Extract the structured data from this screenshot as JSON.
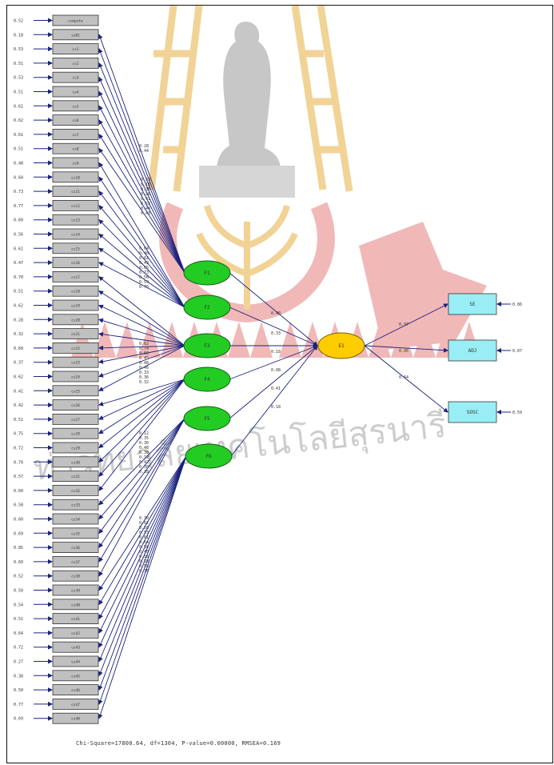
{
  "diagram": {
    "observed": [
      {
        "label": "ccmpute",
        "error": "0.52"
      },
      {
        "label": "ss01",
        "error": "0.18"
      },
      {
        "label": "cs1",
        "error": "0.53"
      },
      {
        "label": "cs2",
        "error": "0.51"
      },
      {
        "label": "cs3",
        "error": "0.53"
      },
      {
        "label": "cs4",
        "error": "0.51"
      },
      {
        "label": "cs5",
        "error": "0.61"
      },
      {
        "label": "cs6",
        "error": "0.62"
      },
      {
        "label": "cs7",
        "error": "0.61"
      },
      {
        "label": "cs8",
        "error": "0.51"
      },
      {
        "label": "cs9",
        "error": "0.48"
      },
      {
        "label": "cs10",
        "error": "0.60"
      },
      {
        "label": "cs11",
        "error": "0.73"
      },
      {
        "label": "cs12",
        "error": "0.77"
      },
      {
        "label": "cs13",
        "error": "0.60"
      },
      {
        "label": "cs14",
        "error": "0.56"
      },
      {
        "label": "cs15",
        "error": "0.61"
      },
      {
        "label": "cs16",
        "error": "0.47"
      },
      {
        "label": "cs17",
        "error": "0.70"
      },
      {
        "label": "cs18",
        "error": "0.51"
      },
      {
        "label": "cs19",
        "error": "0.62"
      },
      {
        "label": "cs20",
        "error": "0.28"
      },
      {
        "label": "cs21",
        "error": "0.32"
      },
      {
        "label": "cs22",
        "error": "0.60"
      },
      {
        "label": "cs23",
        "error": "0.37"
      },
      {
        "label": "cs24",
        "error": "0.62"
      },
      {
        "label": "cs25",
        "error": "0.41"
      },
      {
        "label": "cs26",
        "error": "0.42"
      },
      {
        "label": "cs27",
        "error": "0.51"
      },
      {
        "label": "cs28",
        "error": "0.75"
      },
      {
        "label": "cs29",
        "error": "0.72"
      },
      {
        "label": "cs30",
        "error": "0.70"
      },
      {
        "label": "cs31",
        "error": "0.57"
      },
      {
        "label": "cs32",
        "error": "0.60"
      },
      {
        "label": "cs33",
        "error": "0.58"
      },
      {
        "label": "cs34",
        "error": "0.60"
      },
      {
        "label": "cs35",
        "error": "0.69"
      },
      {
        "label": "cs36",
        "error": "0.85"
      },
      {
        "label": "cs37",
        "error": "0.60"
      },
      {
        "label": "cs38",
        "error": "0.52"
      },
      {
        "label": "cs39",
        "error": "0.50"
      },
      {
        "label": "cs40",
        "error": "0.54"
      },
      {
        "label": "cs41",
        "error": "0.51"
      },
      {
        "label": "cs42",
        "error": "0.64"
      },
      {
        "label": "cs43",
        "error": "0.72"
      },
      {
        "label": "cs44",
        "error": "0.27"
      },
      {
        "label": "cs45",
        "error": "0.38"
      },
      {
        "label": "cs46",
        "error": "0.50"
      },
      {
        "label": "cs47",
        "error": "0.77"
      },
      {
        "label": "cs48",
        "error": "0.69"
      }
    ],
    "factors": [
      {
        "label": "F1",
        "to_outcome": "0.40"
      },
      {
        "label": "F2",
        "to_outcome": "0.33"
      },
      {
        "label": "F3",
        "to_outcome": "0.18"
      },
      {
        "label": "F4",
        "to_outcome": "0.08"
      },
      {
        "label": "F5",
        "to_outcome": "0.41"
      },
      {
        "label": "F6",
        "to_outcome": "0.18"
      }
    ],
    "outcome": {
      "label": "E1"
    },
    "indicators": [
      {
        "label": "SE",
        "loading": "0.97",
        "error": "0.06"
      },
      {
        "label": "ADJ",
        "loading": "0.95",
        "error": "0.07"
      },
      {
        "label": "SOSC",
        "loading": "0.64",
        "error": "0.59"
      }
    ],
    "loading_labels": [
      [
        "0.28",
        "0.44"
      ],
      [
        "0.33",
        "0.15",
        "0.35",
        "0.26",
        "0.41",
        "0.52",
        "0.44",
        "0.43"
      ],
      [
        "0.64",
        "0.48",
        "0.62",
        "0.49",
        "0.65",
        "0.73",
        "0.56",
        "0.59",
        "0.70"
      ],
      [
        "0.62",
        "0.74",
        "0.66",
        "0.45",
        "0.48",
        "0.46",
        "0.33",
        "0.36",
        "0.32"
      ],
      [
        "0.12",
        "0.35",
        "0.36",
        "0.48",
        "0.30",
        "0.19",
        "0.42",
        "0.38",
        "0.38"
      ],
      [
        "0.70",
        "0.62",
        "0.58",
        "0.53",
        "0.61",
        "0.64",
        "0.58",
        "0.48",
        "0.56",
        "0.59",
        "0.58",
        "0.76"
      ]
    ]
  },
  "fit_statistics": "Chi-Square=17800.64, df=1304, P-value=0.00000, RMSEA=0.169",
  "watermark": {
    "thai_text": "ท่าวิทยาลัยเทคโนโลยีสุรนารี",
    "colors": {
      "red": "#e67e7e",
      "gold": "#e8b040",
      "gray": "#9a9a9a"
    }
  },
  "colors": {
    "observed_fill": "#c0c0c0",
    "factor_fill": "#22cc22",
    "outcome_fill": "#ffcc00",
    "indicator_fill": "#99eef5",
    "path": "#1a237e"
  }
}
